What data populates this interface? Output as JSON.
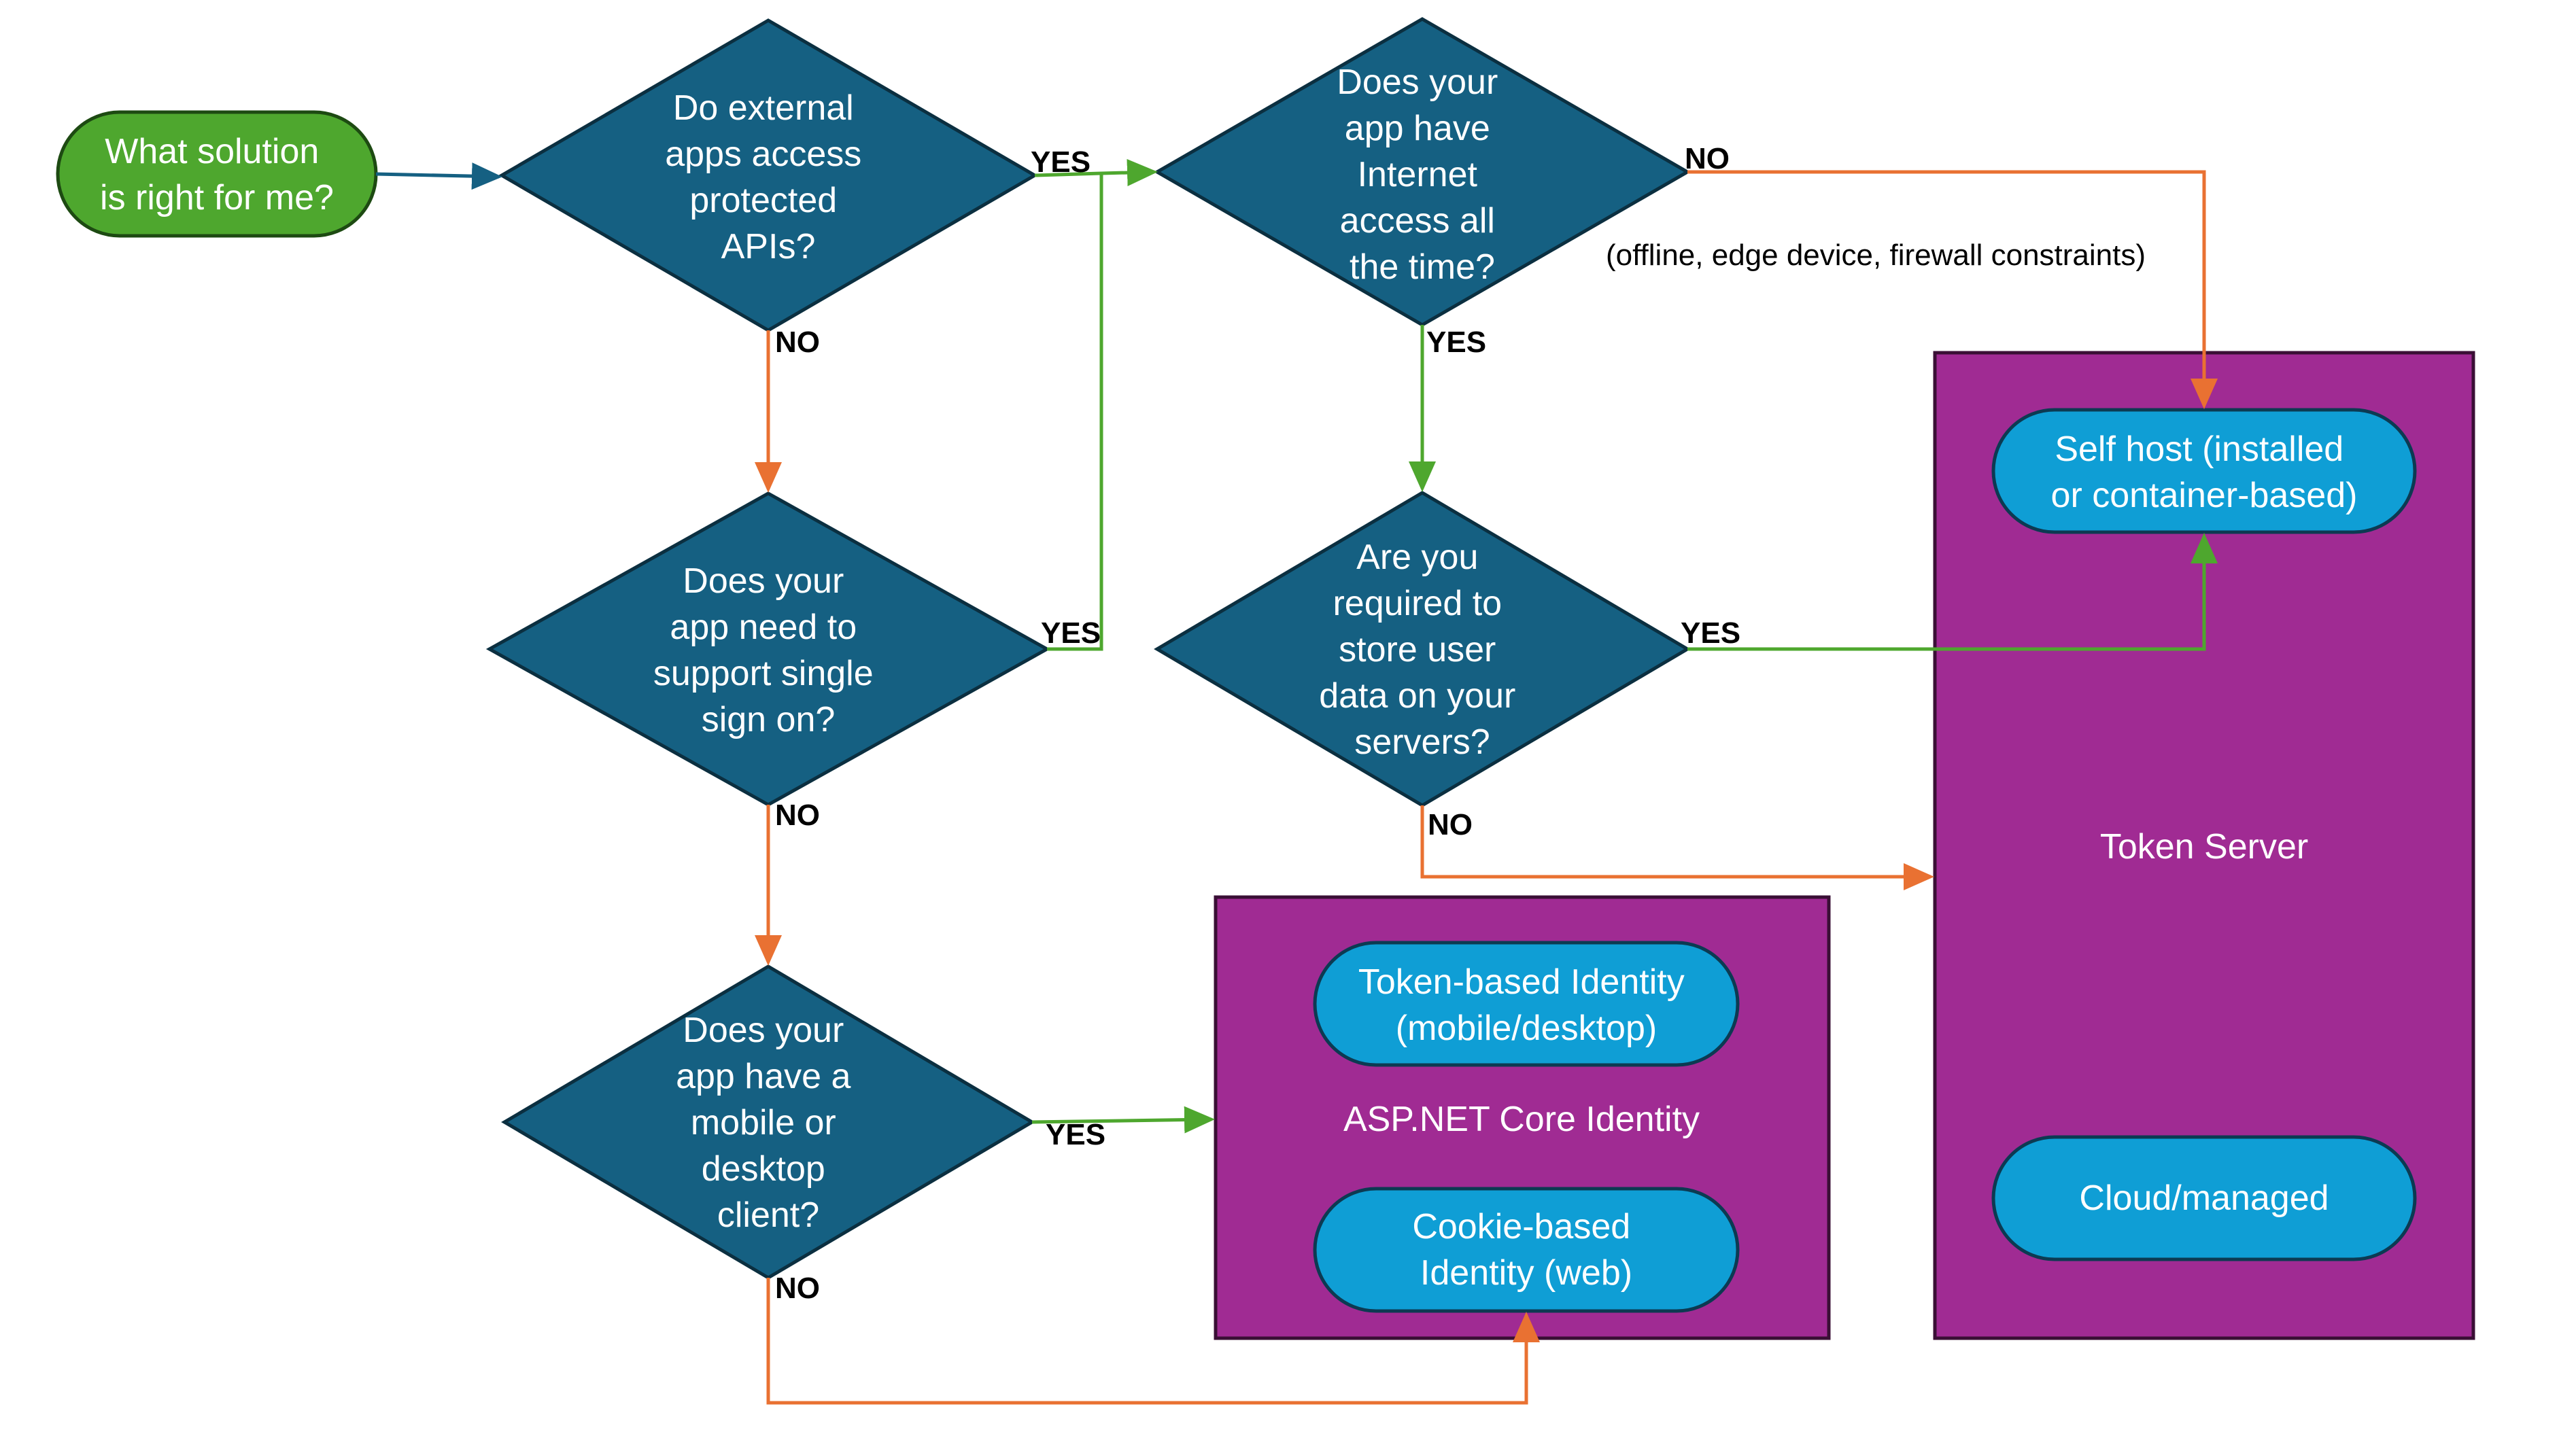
{
  "colors": {
    "start_fill": "#4ea72e",
    "decision_fill": "#156082",
    "container_fill": "#a02b93",
    "option_fill": "#0f9ed5",
    "yes_arrow": "#4ea72e",
    "no_arrow": "#e97132",
    "start_arrow": "#156082"
  },
  "start": {
    "lines": [
      "What solution",
      "is right for me?"
    ]
  },
  "decisions": {
    "external_apps": {
      "lines": [
        "Do external",
        "apps access",
        "protected",
        "APIs?"
      ]
    },
    "single_sign_on": {
      "lines": [
        "Does your",
        "app need to",
        "support single",
        "sign on?"
      ]
    },
    "mobile_desktop": {
      "lines": [
        "Does your",
        "app have a",
        "mobile or",
        "desktop",
        "client?"
      ]
    },
    "internet_access": {
      "lines": [
        "Does your",
        "app have",
        "Internet",
        "access all",
        "the time?"
      ]
    },
    "store_user_data": {
      "lines": [
        "Are you",
        "required to",
        "store user",
        "data on your",
        "servers?"
      ]
    }
  },
  "branch_labels": {
    "yes": "YES",
    "no": "NO"
  },
  "note_offline": "(offline, edge device, firewall constraints)",
  "containers": {
    "aspnet": {
      "title": "ASP.NET Core Identity",
      "token_option": [
        "Token-based Identity",
        "(mobile/desktop)"
      ],
      "cookie_option": [
        "Cookie-based",
        "Identity (web)"
      ]
    },
    "token_server": {
      "title": "Token Server",
      "self_host_option": [
        "Self host (installed",
        "or container-based)"
      ],
      "cloud_option": [
        "Cloud/managed"
      ]
    }
  }
}
